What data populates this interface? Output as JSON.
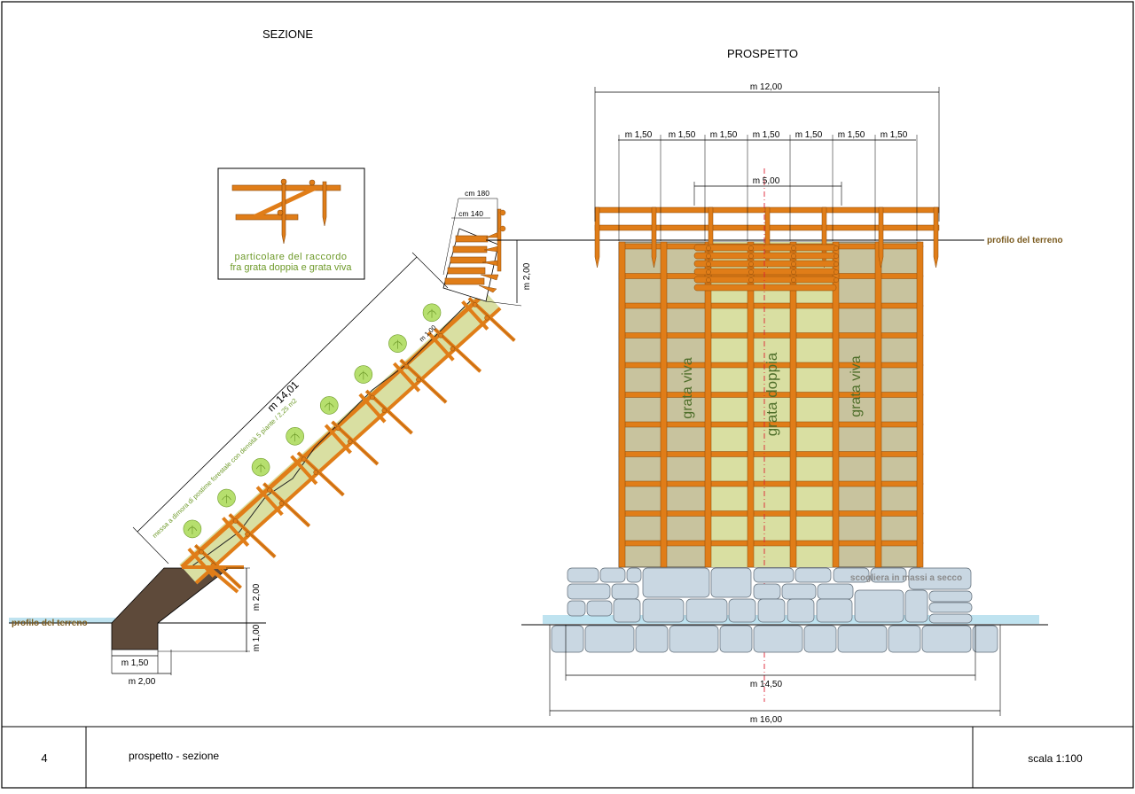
{
  "section": {
    "title": "SEZIONE",
    "ground_label": "profilo del terreno",
    "dim_length": "m 14,01",
    "dim_depth1": "m 2,00",
    "dim_depth2": "m 1,00",
    "dim_base1": "m 1,50",
    "dim_base2": "m 2,00",
    "dim_top_cm180": "cm 180",
    "dim_top_cm140": "cm 140",
    "dim_top_h": "m 2,00",
    "dim_step": "m 1,00",
    "planting_note": "messa a dimora di postime forestale con densità 5 piante / 2,25 m2",
    "detail_caption_1": "particolare del raccordo",
    "detail_caption_2": "fra grata doppia e grata viva"
  },
  "elevation": {
    "title": "PROSPETTO",
    "ground_label": "profilo del terreno",
    "dim_total": "m 12,00",
    "dim_spans": [
      "m 1,50",
      "m 1,50",
      "m 1,50",
      "m 1,50",
      "m 1,50",
      "m 1,50",
      "m 1,50"
    ],
    "dim_center": "m 5,00",
    "label_left": "grata viva",
    "label_center": "grata doppia",
    "label_right": "grata viva",
    "rock_label": "scogliera in massi a secco",
    "dim_base1": "m 14,50",
    "dim_base2": "m 16,00"
  },
  "title_block": {
    "number": "4",
    "description": "prospetto - sezione",
    "scale": "scala 1:100"
  },
  "colors": {
    "timber": "#e07d18",
    "timber_dark": "#8a4a0a",
    "panel_side": "#c8c39e",
    "panel_center": "#d9dfa2",
    "soil": "#5e4a3a",
    "rock": "#c9d7e2",
    "water": "#bfe3f0",
    "plant": "#b6df6e",
    "label_brown": "#7a5a1e",
    "label_green": "#6e9a2a"
  }
}
